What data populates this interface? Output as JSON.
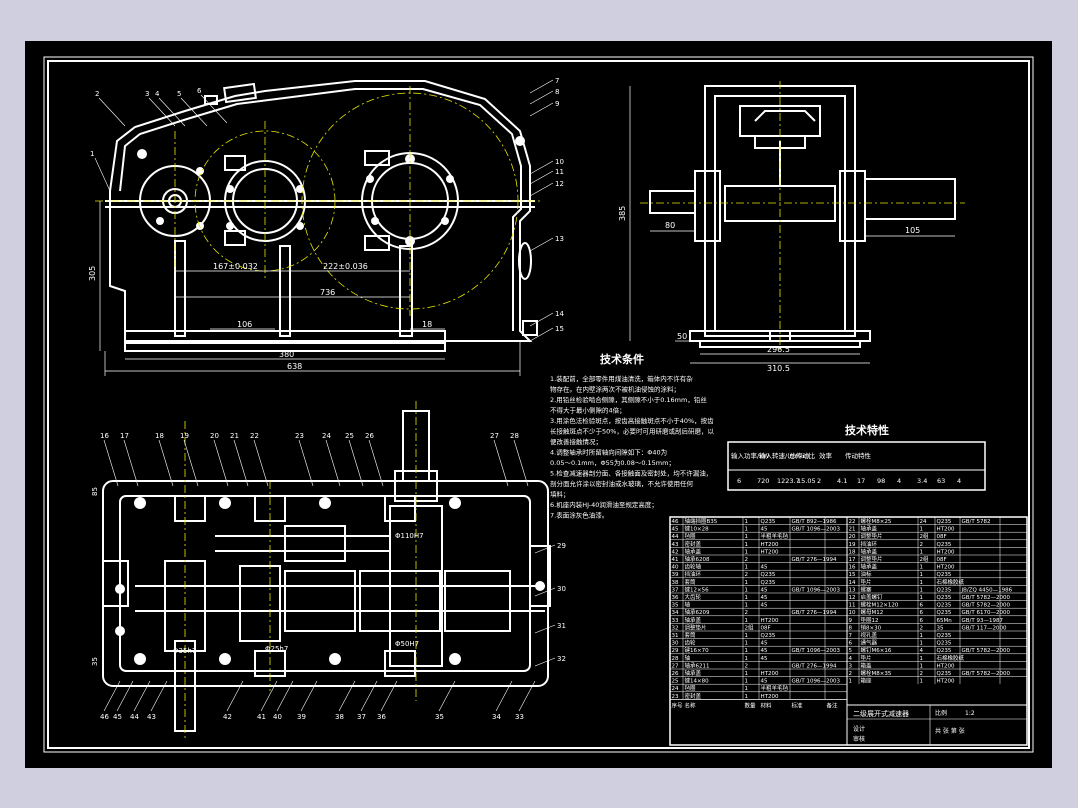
{
  "drawing": {
    "background": "#000000",
    "line_color": "#ffffff",
    "centerline_color": "#e6e600",
    "leader_color": "#ffffff"
  },
  "front_view": {
    "part_callouts_top": [
      "2",
      "3",
      "4",
      "5",
      "6"
    ],
    "part_callouts_left": [
      "1"
    ],
    "part_callouts_right": [
      "7",
      "8",
      "9",
      "10",
      "11",
      "12",
      "13",
      "14",
      "15"
    ],
    "dim_center_1": "167±0.032",
    "dim_center_2": "222±0.036",
    "dim_total_centers": "736",
    "dim_base_inner": "106",
    "dim_base_small": "18",
    "dim_width_1": "380",
    "dim_width_2": "638",
    "dim_height": "305"
  },
  "side_view": {
    "dim_left_shaft": "80",
    "dim_right_shaft": "105",
    "dim_height": "385",
    "dim_bottom_small": "50",
    "dim_width_1": "296.5",
    "dim_width_2": "310.5"
  },
  "top_view": {
    "part_callouts_top": [
      "16",
      "17",
      "18",
      "19",
      "20",
      "21",
      "22",
      "23",
      "24",
      "25",
      "26",
      "27",
      "28"
    ],
    "part_callouts_bottom": [
      "46",
      "45",
      "44",
      "43",
      "42",
      "41",
      "40",
      "39",
      "38",
      "37",
      "36",
      "35",
      "34",
      "33"
    ],
    "part_callouts_right": [
      "29",
      "30",
      "31",
      "32"
    ],
    "dim_left_top": "85",
    "dim_left_bottom": "35",
    "fit_label_1": "Φ110H7",
    "fit_label_2": "Φ50H7",
    "fit_label_3": "Φ35h7",
    "fit_label_4": "Φ25h7"
  },
  "tech_requirements": {
    "title": "技术条件",
    "lines": [
      "1.装配前，全部零件用煤油清洗，箱体内不许有杂",
      "物存在。在内壁涂两次不被机油侵蚀的涂料；",
      "2.用铅丝检验啮合侧隙，其侧隙不小于0.16mm，铅丝",
      "不得大于最小侧隙的4倍；",
      "3.用涂色法检验斑点，按齿高接触斑点不小于40%，按齿",
      "长接触斑点不少于50%，必要时可用研磨或刮后研磨，以",
      "便改善接触情况；",
      "4.调整轴承时所留轴向间隙如下：Φ40为",
      "0.05～0.1mm，Φ55为0.08～0.15mm；",
      "5.检查减速器剖分面、各接触面及密封处，均不许漏油，",
      "剖分面允许涂以密封油或水玻璃，不允许使用任何",
      "填料；",
      "6.机座内装HJ-40润滑油至规定高度；",
      "7.表面涂灰色油漆。"
    ]
  },
  "tech_specs": {
    "title": "技术特性",
    "headers": [
      "输入功率/kW",
      "输入转速/(r/min)",
      "总传动比",
      "效率",
      "传动特性"
    ],
    "row": [
      "6",
      "720",
      "1223.7",
      "15.05",
      "2",
      "4.1",
      "17",
      "98",
      "4",
      "3.4",
      "63",
      "4"
    ]
  },
  "bom": {
    "title_block_name": "二级展开式减速器",
    "header": [
      "序号",
      "名称",
      "数量",
      "材料",
      "标准",
      "备注"
    ],
    "left_rows": [
      [
        "46",
        "轴端挡圈B35",
        "1",
        "Q235",
        "GB/T 892—1986",
        ""
      ],
      [
        "45",
        "键10×28",
        "1",
        "45",
        "GB/T 1096—2003",
        ""
      ],
      [
        "44",
        "毡圈",
        "1",
        "半粗羊毛毡",
        "",
        ""
      ],
      [
        "43",
        "密封盖",
        "1",
        "HT200",
        "",
        ""
      ],
      [
        "42",
        "轴承盖",
        "1",
        "HT200",
        "",
        ""
      ],
      [
        "41",
        "轴承6208",
        "2",
        "",
        "GB/T 276—1994",
        ""
      ],
      [
        "40",
        "齿轮轴",
        "1",
        "45",
        "",
        ""
      ],
      [
        "39",
        "挡油环",
        "2",
        "Q235",
        "",
        ""
      ],
      [
        "38",
        "套筒",
        "1",
        "Q235",
        "",
        ""
      ],
      [
        "37",
        "键12×56",
        "1",
        "45",
        "GB/T 1096—2003",
        ""
      ],
      [
        "36",
        "大齿轮",
        "1",
        "45",
        "",
        ""
      ],
      [
        "35",
        "轴",
        "1",
        "45",
        "",
        ""
      ],
      [
        "34",
        "轴承6209",
        "2",
        "",
        "GB/T 276—1994",
        ""
      ],
      [
        "33",
        "轴承盖",
        "1",
        "HT200",
        "",
        ""
      ],
      [
        "32",
        "调整垫片",
        "2组",
        "08F",
        "",
        ""
      ],
      [
        "31",
        "套筒",
        "1",
        "Q235",
        "",
        ""
      ],
      [
        "30",
        "齿轮",
        "1",
        "45",
        "",
        ""
      ],
      [
        "29",
        "键16×70",
        "1",
        "45",
        "GB/T 1096—2003",
        ""
      ],
      [
        "28",
        "轴",
        "1",
        "45",
        "",
        ""
      ],
      [
        "27",
        "轴承6211",
        "2",
        "",
        "GB/T 276—1994",
        ""
      ],
      [
        "26",
        "轴承盖",
        "1",
        "HT200",
        "",
        ""
      ],
      [
        "25",
        "键14×80",
        "1",
        "45",
        "GB/T 1096—2003",
        ""
      ],
      [
        "24",
        "毡圈",
        "1",
        "半粗羊毛毡",
        "",
        ""
      ],
      [
        "23",
        "密封盖",
        "1",
        "HT200",
        "",
        ""
      ]
    ],
    "right_rows": [
      [
        "22",
        "螺栓M8×25",
        "24",
        "Q235",
        "GB/T 5782",
        ""
      ],
      [
        "21",
        "轴承盖",
        "1",
        "HT200",
        "",
        ""
      ],
      [
        "20",
        "调整垫片",
        "2组",
        "08F",
        "",
        ""
      ],
      [
        "19",
        "挡油环",
        "2",
        "Q235",
        "",
        ""
      ],
      [
        "18",
        "轴承盖",
        "1",
        "HT200",
        "",
        ""
      ],
      [
        "17",
        "调整垫片",
        "2组",
        "08F",
        "",
        ""
      ],
      [
        "16",
        "轴承盖",
        "1",
        "HT200",
        "",
        ""
      ],
      [
        "15",
        "油标",
        "1",
        "Q235",
        "",
        ""
      ],
      [
        "14",
        "垫片",
        "1",
        "石棉橡胶纸",
        "",
        ""
      ],
      [
        "13",
        "螺塞",
        "1",
        "Q235",
        "JB/ZQ 4450—1986",
        ""
      ],
      [
        "12",
        "启盖螺钉",
        "1",
        "Q235",
        "GB/T 5782—2000",
        ""
      ],
      [
        "11",
        "螺栓M12×120",
        "6",
        "Q235",
        "GB/T 5782—2000",
        ""
      ],
      [
        "10",
        "螺母M12",
        "6",
        "Q235",
        "GB/T 6170—2000",
        ""
      ],
      [
        "9",
        "垫圈12",
        "6",
        "65Mn",
        "GB/T 93—1987",
        ""
      ],
      [
        "8",
        "销8×30",
        "2",
        "35",
        "GB/T 117—2000",
        ""
      ],
      [
        "7",
        "视孔盖",
        "1",
        "Q235",
        "",
        ""
      ],
      [
        "6",
        "通气器",
        "1",
        "Q235",
        "",
        ""
      ],
      [
        "5",
        "螺钉M6×16",
        "4",
        "Q235",
        "GB/T 5782—2000",
        ""
      ],
      [
        "4",
        "垫片",
        "1",
        "石棉橡胶纸",
        "",
        ""
      ],
      [
        "3",
        "箱盖",
        "1",
        "HT200",
        "",
        ""
      ],
      [
        "2",
        "螺栓M8×35",
        "2",
        "Q235",
        "GB/T 5782—2000",
        ""
      ],
      [
        "1",
        "箱座",
        "1",
        "HT200",
        "",
        ""
      ]
    ],
    "title_block": {
      "scale_label": "比例",
      "scale_value": "1:2",
      "drawn_label": "设计",
      "check_label": "审核",
      "sheet_label": "共 张 第 张"
    }
  }
}
